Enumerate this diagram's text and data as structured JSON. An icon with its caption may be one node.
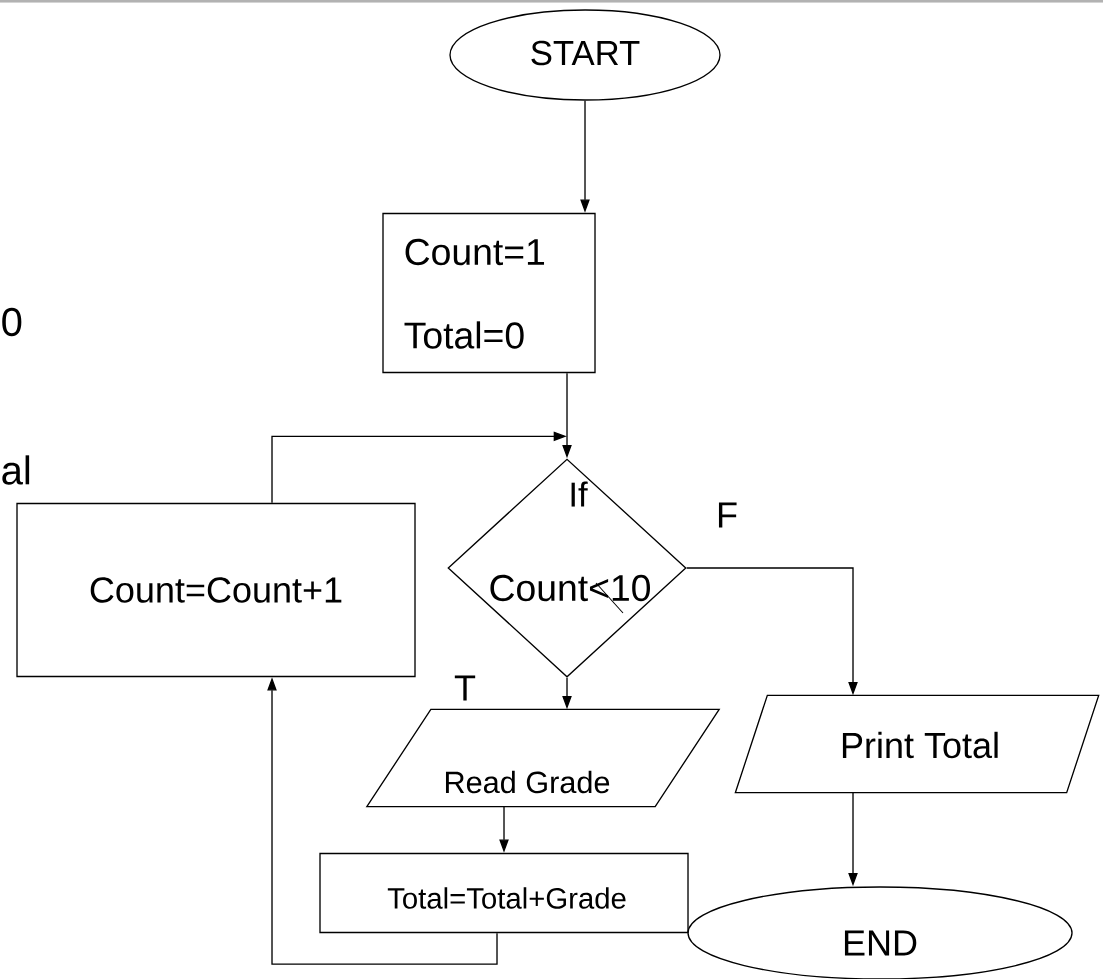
{
  "diagram": {
    "nodes": [
      {
        "text": [
          "START"
        ]
      },
      {
        "text": [
          "Count=1",
          "Total=0"
        ]
      },
      {
        "text": [
          "If",
          "Count<10"
        ]
      },
      {
        "text": [
          "Count=Count+1"
        ]
      },
      {
        "text": [
          "Read Grade"
        ]
      },
      {
        "text": [
          "Print Total"
        ]
      },
      {
        "text": [
          "Total=Total+Grade"
        ]
      },
      {
        "text": [
          "END"
        ]
      }
    ],
    "edges": [
      {
        "from": 0,
        "to": 1,
        "arrow": "to"
      },
      {
        "from": 1,
        "to": 2,
        "arrow": "to"
      },
      {
        "from": 3,
        "to": 2,
        "arrow": "to"
      },
      {
        "from": 2,
        "to": 4,
        "arrow": "to",
        "label": "T"
      },
      {
        "from": 2,
        "to": 5,
        "arrow": "to",
        "label": "F"
      },
      {
        "from": 4,
        "to": 6,
        "arrow": "to"
      },
      {
        "from": 6,
        "to": 3,
        "arrow": "to"
      },
      {
        "from": 5,
        "to": 7,
        "arrow": "to"
      }
    ],
    "labels": [
      "0",
      "al"
    ]
  }
}
